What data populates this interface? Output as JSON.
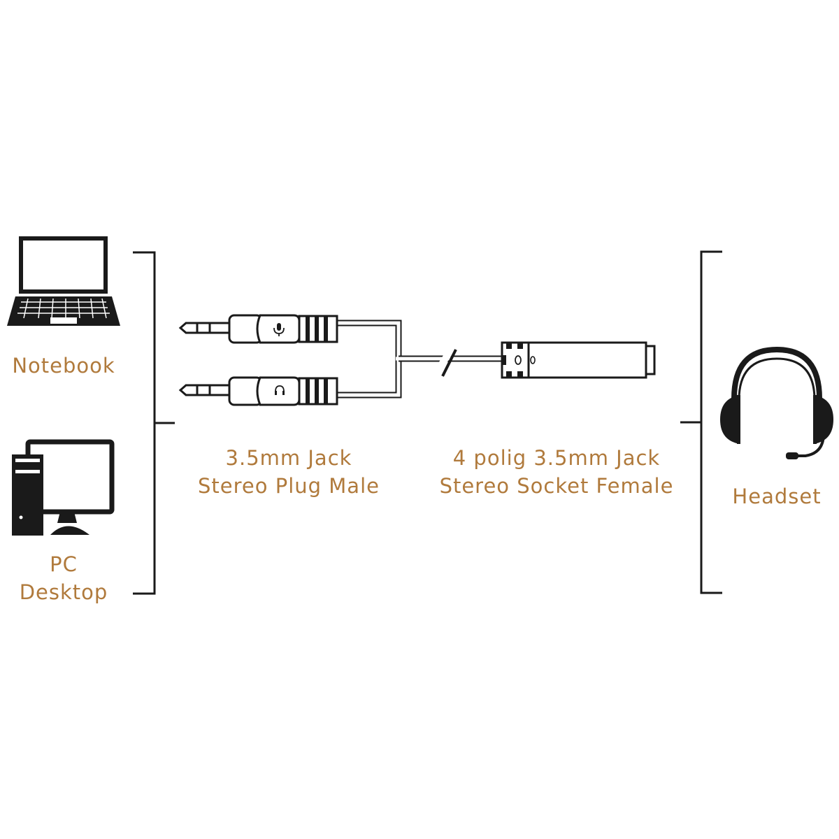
{
  "colors": {
    "label": "#b07a3c",
    "line": "#1a1a1a",
    "plug_body": "#ffffff",
    "cable": "#1a1a1a"
  },
  "left_devices": [
    {
      "icon": "laptop-icon",
      "label": "Notebook"
    },
    {
      "icon": "desktop-pc-icon",
      "label_lines": [
        "PC",
        "Desktop"
      ]
    }
  ],
  "cable": {
    "plug_label_lines": [
      "3.5mm Jack",
      "Stereo Plug Male"
    ],
    "socket_label_lines": [
      "4 polig 3.5mm Jack",
      "Stereo Socket Female"
    ],
    "plug_icons": [
      "microphone-icon",
      "headphone-icon"
    ]
  },
  "right_device": {
    "icon": "headset-icon",
    "label": "Headset"
  }
}
